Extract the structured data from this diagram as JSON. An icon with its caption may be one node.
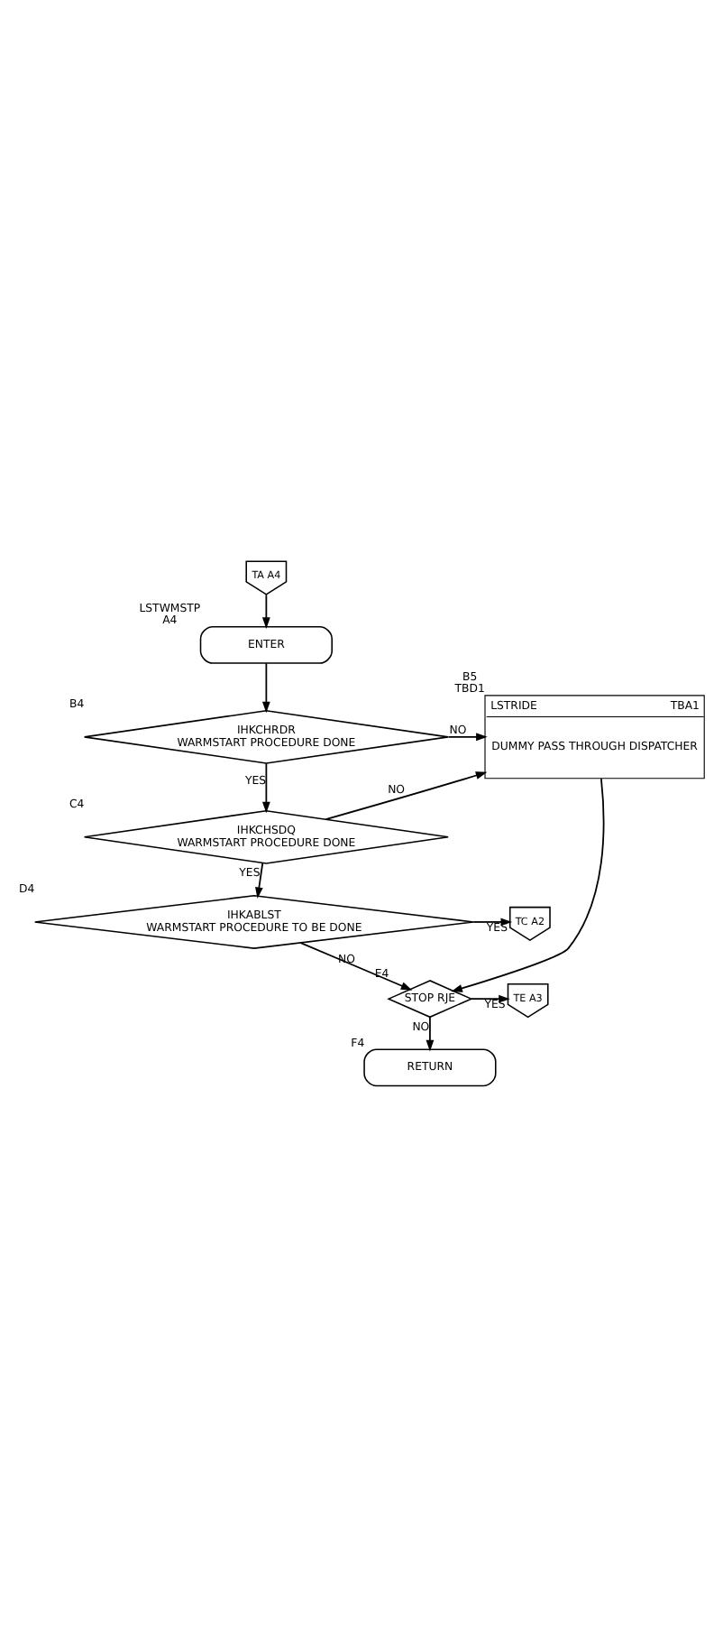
{
  "diagram": {
    "nodes": [
      {
        "text": [
          "TA A4"
        ]
      },
      {
        "text": [
          "ENTER"
        ],
        "beside": [
          "LSTWMSTP",
          "A4"
        ]
      },
      {
        "text": [
          "IHKCHRDR",
          "WARMSTART PROCEDURE DONE"
        ],
        "beside": [
          "B4"
        ]
      },
      {
        "text": [
          "LSTRIDE",
          "TBA1",
          "DUMMY PASS THROUGH DISPATCHER"
        ],
        "beside": [
          "B5",
          "TBD1"
        ]
      },
      {
        "text": [
          "IHKCHSDQ",
          "WARMSTART PROCEDURE DONE"
        ],
        "beside": [
          "C4"
        ]
      },
      {
        "text": [
          "IHKABLST",
          "WARMSTART PROCEDURE TO BE DONE"
        ],
        "beside": [
          "D4"
        ]
      },
      {
        "text": [
          "TC A2"
        ]
      },
      {
        "text": [
          "STOP RJE"
        ],
        "beside": [
          "E4"
        ]
      },
      {
        "text": [
          "TE A3"
        ]
      },
      {
        "text": [
          "RETURN"
        ],
        "beside": [
          "F4"
        ]
      }
    ],
    "edges": [
      {
        "from": 0,
        "to": 1,
        "arrow": "to"
      },
      {
        "from": 1,
        "to": 2,
        "arrow": "to"
      },
      {
        "from": 2,
        "to": 3,
        "label": "NO",
        "arrow": "to"
      },
      {
        "from": 2,
        "to": 4,
        "label": "YES",
        "arrow": "to"
      },
      {
        "from": 4,
        "to": 3,
        "label": "NO",
        "arrow": "to"
      },
      {
        "from": 4,
        "to": 5,
        "label": "YES",
        "arrow": "to"
      },
      {
        "from": 5,
        "to": 6,
        "label": "YES",
        "arrow": "to"
      },
      {
        "from": 5,
        "to": 7,
        "label": "NO",
        "arrow": "to"
      },
      {
        "from": 3,
        "to": 7,
        "arrow": "to"
      },
      {
        "from": 7,
        "to": 8,
        "label": "YES",
        "arrow": "to"
      },
      {
        "from": 7,
        "to": 9,
        "label": "NO",
        "arrow": "to"
      }
    ]
  }
}
